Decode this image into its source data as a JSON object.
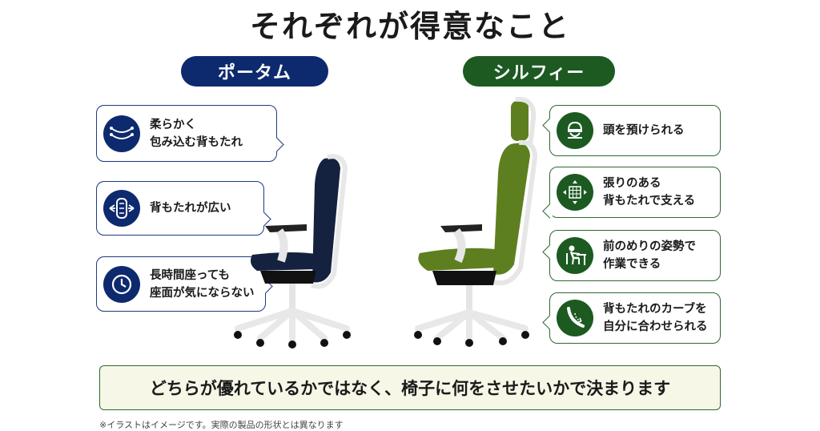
{
  "title": "それぞれが得意なこと",
  "porta": {
    "label": "ポータム",
    "color": "#0e2a6e",
    "features": [
      {
        "text": "柔らかく\n包み込む背もたれ",
        "icon": "soft-backrest-icon"
      },
      {
        "text": "背もたれが広い",
        "icon": "wide-backrest-icon"
      },
      {
        "text": "長時間座っても\n座面が気にならない",
        "icon": "clock-icon"
      }
    ]
  },
  "sylphy": {
    "label": "シルフィー",
    "color": "#1c5a22",
    "features": [
      {
        "text": "頭を預けられる",
        "icon": "headrest-icon"
      },
      {
        "text": "張りのある\n背もたれで支える",
        "icon": "mesh-support-icon"
      },
      {
        "text": "前のめりの姿勢で\n作業できる",
        "icon": "desk-posture-icon"
      },
      {
        "text": "背もたれのカーブを\n自分に合わせられる",
        "icon": "curve-adjust-icon"
      }
    ]
  },
  "summary": "どちらが優れているかではなく、椅子に何をさせたいかで決まります",
  "note": "※イラストはイメージです。実際の製品の形状とは異なります"
}
